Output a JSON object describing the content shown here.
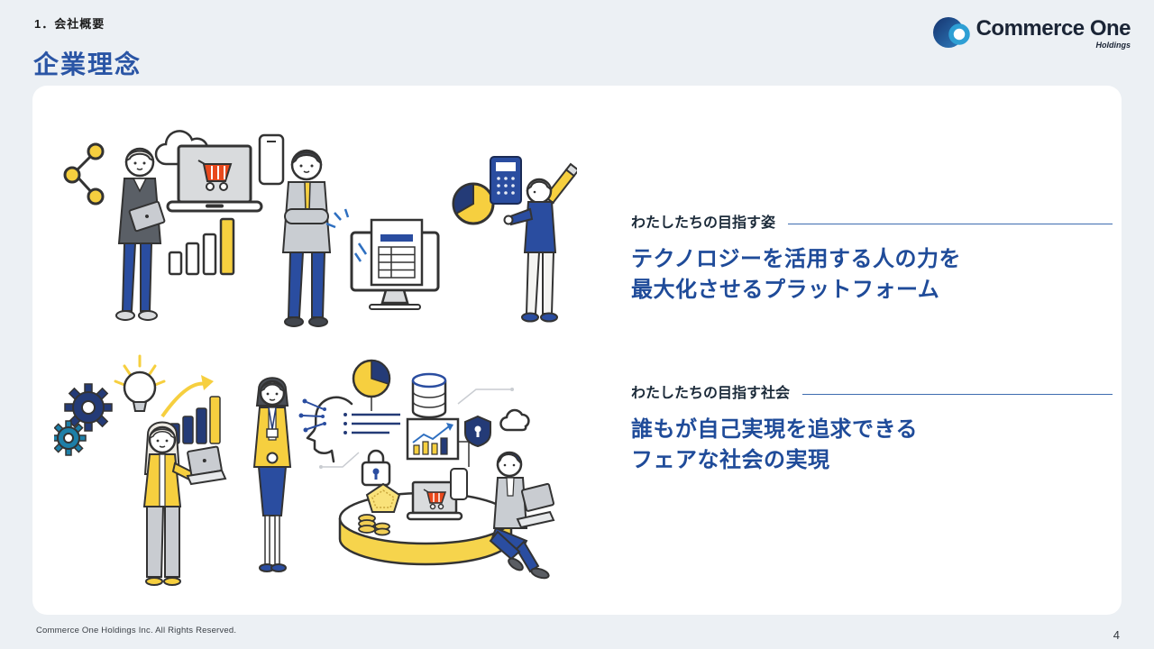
{
  "page": {
    "number": "4",
    "background_color": "#ECF0F4",
    "card_color": "#FFFFFF"
  },
  "header": {
    "section_label": "1．会社概要",
    "title": "企業理念",
    "title_color": "#2A55A5"
  },
  "logo": {
    "text": "Commerce One",
    "subtext": "Holdings",
    "mark_colors": {
      "c_ring": "#1B4188",
      "c_ring_light": "#2F7FC0",
      "o_ring": "#2E9FD4"
    }
  },
  "content": {
    "blocks": [
      {
        "label": "わたしたちの目指す姿",
        "line1": "テクノロジーを活用する人の力を",
        "line2": "最大化させるプラットフォーム"
      },
      {
        "label": "わたしたちの目指す社会",
        "line1": "誰もが自己実現を追求できる",
        "line2": "フェアな社会の実現"
      }
    ],
    "label_color": "#1C2B3A",
    "statement_color": "#1F4B99",
    "divider_color": "#3E6CB0"
  },
  "illustrations": {
    "top": {
      "name": "technology-people-illustration",
      "description": "People with e-commerce laptop, bar chart, document monitor, pie chart and calculator"
    },
    "bottom": {
      "name": "fair-society-illustration",
      "description": "People with gears, lightbulb, growth chart, AI, data, security shield and marketplace platform"
    },
    "palette": {
      "navy": "#243B77",
      "blue": "#2A4DA0",
      "yellow": "#F6CF3F",
      "red": "#E8491D",
      "teal": "#1D7FA8",
      "gray": "#C9CDD2"
    }
  },
  "footer": {
    "copyright": "Commerce One Holdings Inc. All Rights Reserved."
  }
}
